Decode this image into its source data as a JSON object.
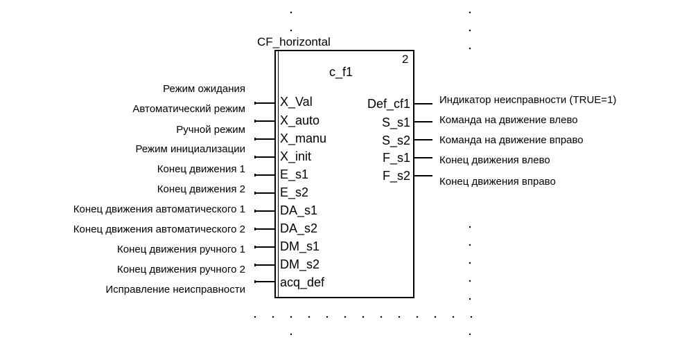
{
  "block": {
    "type_name": "CF_horizontal",
    "instance_name": "c_f1",
    "index": "2"
  },
  "inputs": [
    {
      "pin": "",
      "label": "Режим ожидания"
    },
    {
      "pin": "X_Val",
      "label": "Автоматический режим"
    },
    {
      "pin": "X_auto",
      "label": "Ручной режим"
    },
    {
      "pin": "X_manu",
      "label": "Режим инициализации"
    },
    {
      "pin": "X_init",
      "label": "Конец движения 1"
    },
    {
      "pin": "E_s1",
      "label": "Конец движения 2"
    },
    {
      "pin": "E_s2",
      "label": "Конец движения автоматического 1"
    },
    {
      "pin": "DA_s1",
      "label": "Конец движения автоматического 2"
    },
    {
      "pin": "DA_s2",
      "label": "Конец движения ручного 1"
    },
    {
      "pin": "DM_s1",
      "label": "Конец движения ручного 2"
    },
    {
      "pin": "DM_s2",
      "label": "Исправление неисправности"
    },
    {
      "pin": "acq_def",
      "label": ""
    }
  ],
  "outputs": [
    {
      "pin": "Def_cf1",
      "label": "Индикатор неисправности (TRUE=1)"
    },
    {
      "pin": "S_s1",
      "label": "Команда на движение влево"
    },
    {
      "pin": "S_s2",
      "label": "Команда на движение вправо"
    },
    {
      "pin": "F_s1",
      "label": "Конец движения влево"
    },
    {
      "pin": "F_s2",
      "label": "Конец движения вправо"
    }
  ]
}
